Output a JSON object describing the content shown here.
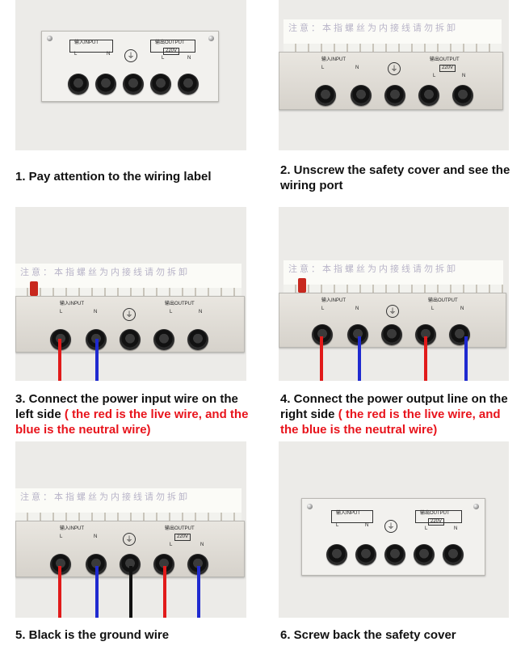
{
  "panels": [
    {
      "variant": "closed",
      "wires": [],
      "caption": {
        "text": "1. Pay attention to the wiring label",
        "note": ""
      }
    },
    {
      "variant": "open",
      "wires": [],
      "caption": {
        "text": "2. Unscrew the safety cover and see the wiring port",
        "note": ""
      }
    },
    {
      "variant": "open",
      "wires": [
        "red",
        "blue"
      ],
      "caption": {
        "text": "3. Connect the power input wire on the left side",
        "note": "( the red is the live wire, and the blue is the neutral wire)"
      }
    },
    {
      "variant": "open",
      "wires": [
        "red",
        "blue",
        "",
        "red",
        "blue"
      ],
      "caption": {
        "text": "4. Connect the power output line on the right side",
        "note": "( the red is the live wire, and the blue is the neutral wire)"
      }
    },
    {
      "variant": "open",
      "wires": [
        "red",
        "blue",
        "black",
        "red",
        "blue"
      ],
      "caption": {
        "text": "5. Black is the ground wire",
        "note": ""
      }
    },
    {
      "variant": "closed-small",
      "wires": [],
      "caption": {
        "text": "6. Screw back the safety cover",
        "note": ""
      }
    }
  ],
  "label_plate": {
    "input": "输入INPUT",
    "output": "输出OUTPUT",
    "voltage": "220V",
    "L": "L",
    "N": "N",
    "ground_symbol": "⏚",
    "notice": "注意：本指螺丝为内接线请勿拆卸"
  },
  "colors": {
    "red": "#e11a1a",
    "blue": "#1f2ad0",
    "black": "#111111",
    "note_red": "#e8141c"
  }
}
